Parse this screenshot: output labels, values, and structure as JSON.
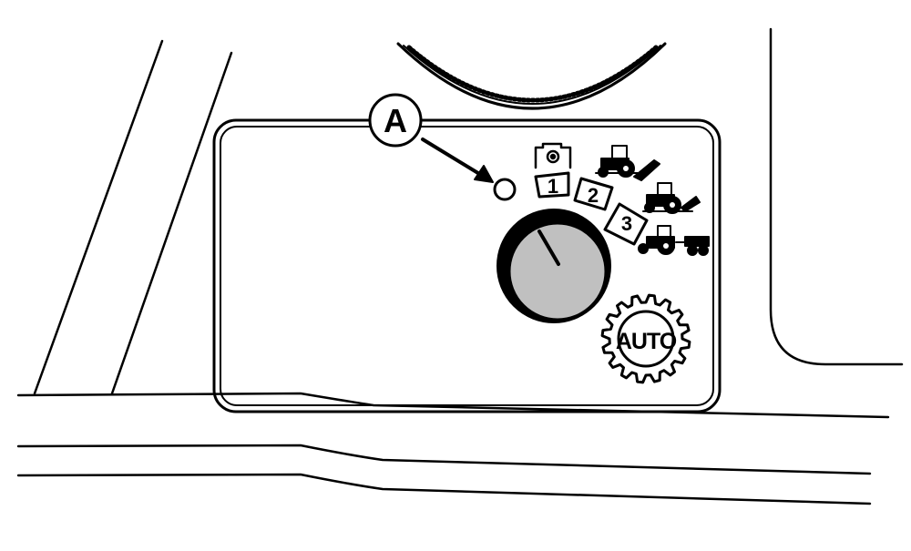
{
  "callout": {
    "label": "A"
  },
  "dial": {
    "positions": [
      "1",
      "2",
      "3"
    ],
    "auto_label": "AUTO"
  },
  "icons": {
    "mode_icons": [
      "engine-icon",
      "tractor-mower-icon",
      "tractor-tiller-icon",
      "tractor-trailer-icon"
    ],
    "led": "indicator-light-icon",
    "knob": "rotary-knob-icon"
  },
  "colors": {
    "line": "#000000",
    "background": "#ffffff",
    "knob_fill": "#c0c0c0"
  }
}
